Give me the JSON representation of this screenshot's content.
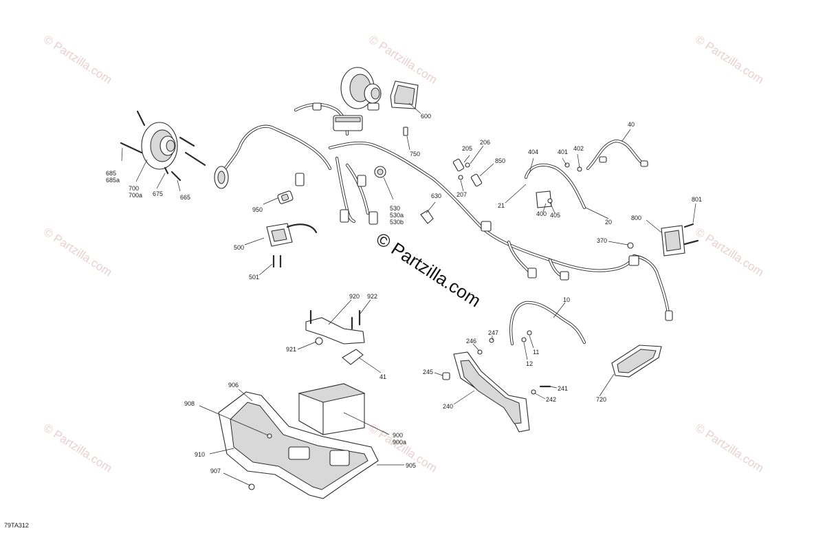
{
  "diagram": {
    "reference_code": "79TA312",
    "watermark_text": "© Partzilla.com",
    "watermark_center_text": "© Partzilla.com",
    "callouts": [
      "685",
      "685a",
      "700",
      "700a",
      "675",
      "665",
      "950",
      "500",
      "501",
      "530",
      "530a",
      "530b",
      "600",
      "750",
      "630",
      "205",
      "206",
      "207",
      "850",
      "404",
      "401",
      "402",
      "40",
      "21",
      "400",
      "405",
      "20",
      "801",
      "800",
      "370",
      "920",
      "922",
      "921",
      "41",
      "10",
      "247",
      "246",
      "11",
      "12",
      "245",
      "240",
      "241",
      "242",
      "720",
      "906",
      "908",
      "900",
      "900a",
      "910",
      "905",
      "907"
    ]
  }
}
